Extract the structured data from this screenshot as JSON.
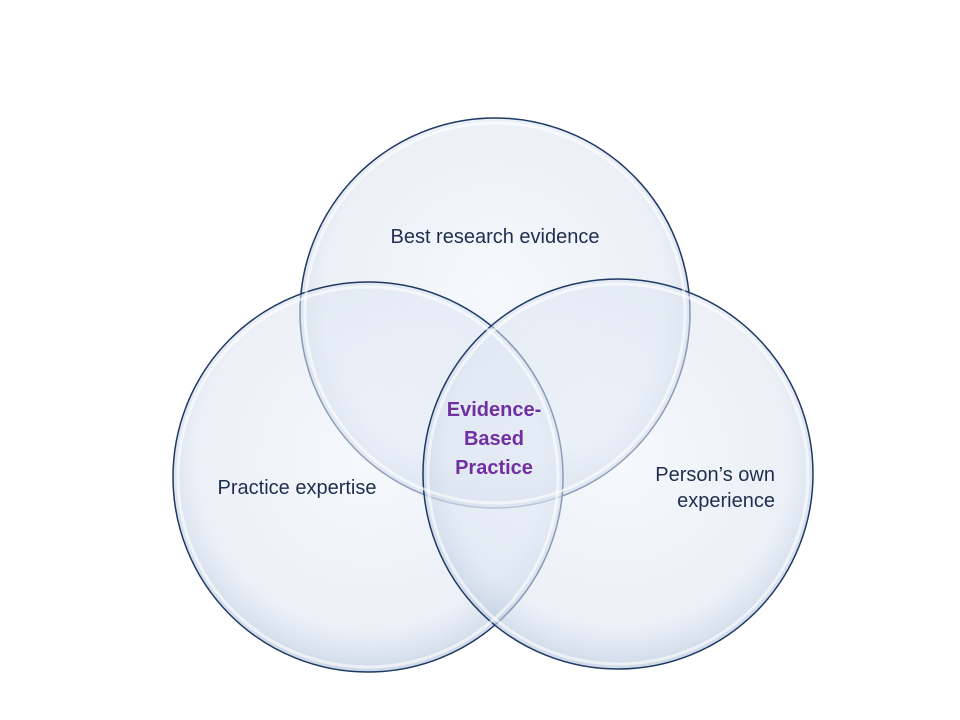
{
  "diagram": {
    "circles": [
      {
        "id": "top",
        "label": "Best research evidence"
      },
      {
        "id": "left",
        "label": "Practice expertise"
      },
      {
        "id": "right",
        "label_lines": [
          "Person’s own",
          "experience"
        ]
      }
    ],
    "center_label_lines": [
      "Evidence-",
      "Based",
      "Practice"
    ]
  },
  "colors": {
    "circle_fill": "#dfe7f2",
    "circle_stroke": "#1f3864",
    "label_text": "#1f2d4f",
    "center_text": "#7030a0"
  }
}
